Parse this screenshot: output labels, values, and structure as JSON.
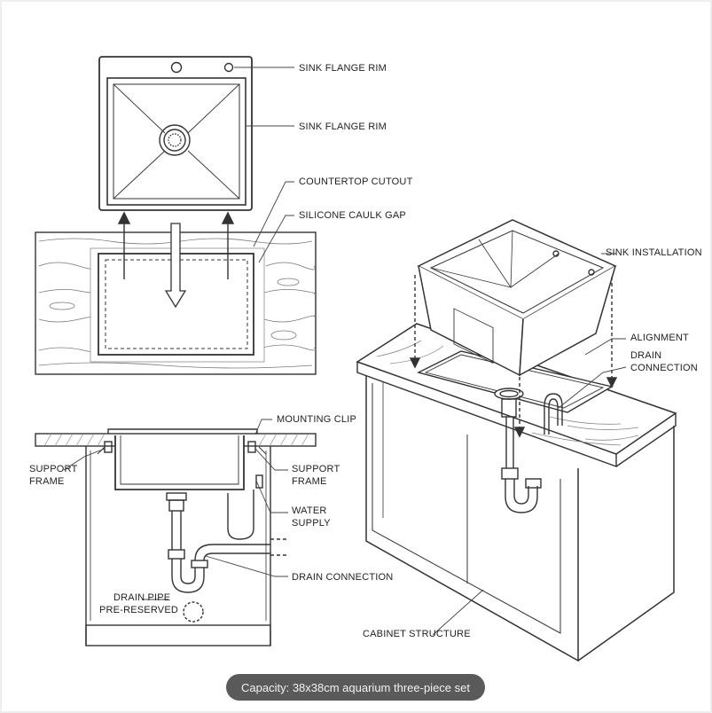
{
  "labels": {
    "sink_flange_rim_1": "SINK FLANGE RIM",
    "sink_flange_rim_2": "SINK FLANGE RIM",
    "countertop_cutout": "COUNTERTOP CUTOUT",
    "silicone_caulk_gap": "SILICONE CAULK GAP",
    "sink_installation": "SINK INSTALLATION",
    "alignment": "ALIGNMENT",
    "drain_connection_right_1": "DRAIN",
    "drain_connection_right_2": "CONNECTION",
    "mounting_clip": "MOUNTING CLIP",
    "support_frame_left_1": "SUPPORT",
    "support_frame_left_2": "FRAME",
    "support_frame_right_1": "SUPPORT",
    "support_frame_right_2": "FRAME",
    "water_supply_1": "WATER",
    "water_supply_2": "SUPPLY",
    "drain_connection_center": "DRAIN CONNECTION",
    "drain_pipe_1": "DRAIN PIPE",
    "drain_pipe_2": "PRE-RESERVED",
    "cabinet_structure": "CABINET STRUCTURE"
  },
  "caption": "Capacity: 38x38cm aquarium three-piece set"
}
